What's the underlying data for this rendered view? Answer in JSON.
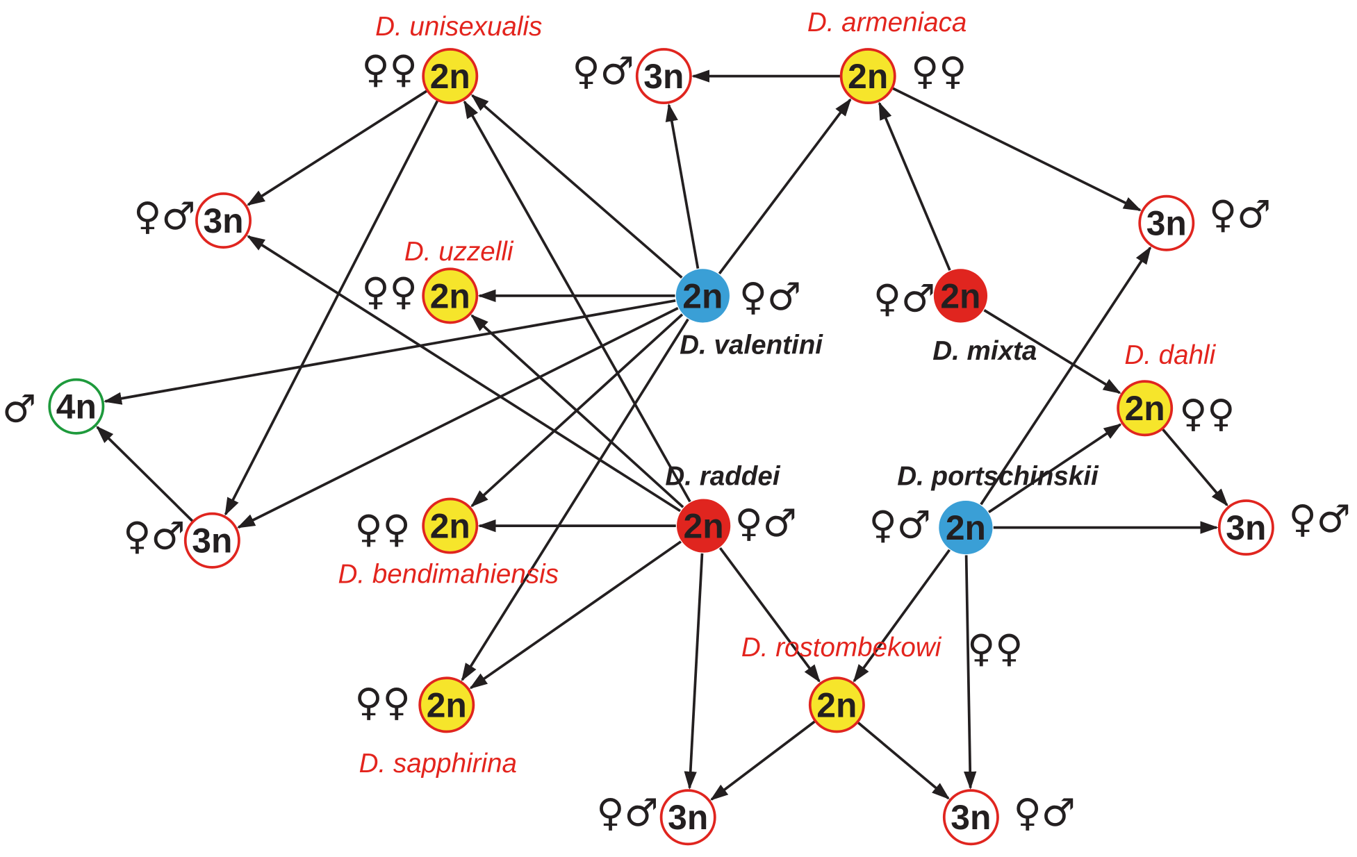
{
  "colors": {
    "bisexual_blue": "#3a9fd6",
    "bisexual_red": "#e0251f",
    "parthenogenetic_yellow": "#f6e52b",
    "outline_red": "#e0251f",
    "outline_green": "#1e9a3c",
    "species_label_red": "#e3241d",
    "edge": "#231f20"
  },
  "nodes": [
    {
      "id": "unisexualis",
      "ploidy": "2n",
      "kind": "parthenogenetic",
      "label": "D. unisexualis",
      "sex": "♀♀"
    },
    {
      "id": "t3n_top",
      "ploidy": "3n",
      "kind": "triploid",
      "label": "",
      "sex": "♀♂"
    },
    {
      "id": "armeniaca",
      "ploidy": "2n",
      "kind": "parthenogenetic",
      "label": "D. armeniaca",
      "sex": "♀♀"
    },
    {
      "id": "t3n_left_upper",
      "ploidy": "3n",
      "kind": "triploid",
      "label": "",
      "sex": "♀♂"
    },
    {
      "id": "t3n_right_upper",
      "ploidy": "3n",
      "kind": "triploid",
      "label": "",
      "sex": "♀♂"
    },
    {
      "id": "uzzelli",
      "ploidy": "2n",
      "kind": "parthenogenetic",
      "label": "D. uzzelli",
      "sex": "♀♀"
    },
    {
      "id": "valentini",
      "ploidy": "2n",
      "kind": "bisexual-blue",
      "label": "D. valentini",
      "sex": "♀♂"
    },
    {
      "id": "mixta",
      "ploidy": "2n",
      "kind": "bisexual-red",
      "label": "D. mixta",
      "sex": "♀♂"
    },
    {
      "id": "t4n",
      "ploidy": "4n",
      "kind": "tetraploid",
      "label": "",
      "sex": "♂"
    },
    {
      "id": "dahli",
      "ploidy": "2n",
      "kind": "parthenogenetic",
      "label": "D. dahli",
      "sex": "♀♀"
    },
    {
      "id": "t3n_left_lower",
      "ploidy": "3n",
      "kind": "triploid",
      "label": "",
      "sex": "♀♂"
    },
    {
      "id": "bendimahiensis",
      "ploidy": "2n",
      "kind": "parthenogenetic",
      "label": "D. bendimahiensis",
      "sex": "♀♀"
    },
    {
      "id": "raddei",
      "ploidy": "2n",
      "kind": "bisexual-red",
      "label": "D. raddei",
      "sex": "♀♂"
    },
    {
      "id": "portschinskii",
      "ploidy": "2n",
      "kind": "bisexual-blue",
      "label": "D. portschinskii",
      "sex": "♀♂"
    },
    {
      "id": "t3n_right_lower",
      "ploidy": "3n",
      "kind": "triploid",
      "label": "",
      "sex": "♀♂"
    },
    {
      "id": "sapphirina",
      "ploidy": "2n",
      "kind": "parthenogenetic",
      "label": "D. sapphirina",
      "sex": "♀♀"
    },
    {
      "id": "rostombekowi",
      "ploidy": "2n",
      "kind": "parthenogenetic",
      "label": "D. rostombekowi",
      "sex": "♀♀"
    },
    {
      "id": "t3n_bottom_left",
      "ploidy": "3n",
      "kind": "triploid",
      "label": "",
      "sex": "♀♂"
    },
    {
      "id": "t3n_bottom_right",
      "ploidy": "3n",
      "kind": "triploid",
      "label": "",
      "sex": "♀♂"
    }
  ],
  "edges": [
    [
      "valentini",
      "unisexualis"
    ],
    [
      "valentini",
      "t3n_top"
    ],
    [
      "valentini",
      "armeniaca"
    ],
    [
      "valentini",
      "uzzelli"
    ],
    [
      "valentini",
      "t4n"
    ],
    [
      "valentini",
      "bendimahiensis"
    ],
    [
      "valentini",
      "t3n_left_lower"
    ],
    [
      "valentini",
      "sapphirina"
    ],
    [
      "armeniaca",
      "t3n_top"
    ],
    [
      "armeniaca",
      "t3n_right_upper"
    ],
    [
      "mixta",
      "armeniaca"
    ],
    [
      "mixta",
      "dahli"
    ],
    [
      "unisexualis",
      "t3n_left_upper"
    ],
    [
      "unisexualis",
      "t3n_left_lower"
    ],
    [
      "raddei",
      "unisexualis"
    ],
    [
      "raddei",
      "t3n_left_upper"
    ],
    [
      "raddei",
      "uzzelli"
    ],
    [
      "raddei",
      "bendimahiensis"
    ],
    [
      "raddei",
      "sapphirina"
    ],
    [
      "raddei",
      "rostombekowi"
    ],
    [
      "raddei",
      "t3n_bottom_left"
    ],
    [
      "t3n_left_lower",
      "t4n"
    ],
    [
      "portschinskii",
      "t3n_right_upper"
    ],
    [
      "portschinskii",
      "dahli"
    ],
    [
      "portschinskii",
      "t3n_right_lower"
    ],
    [
      "portschinskii",
      "rostombekowi"
    ],
    [
      "portschinskii",
      "t3n_bottom_right"
    ],
    [
      "dahli",
      "t3n_right_lower"
    ],
    [
      "rostombekowi",
      "t3n_bottom_left"
    ],
    [
      "rostombekowi",
      "t3n_bottom_right"
    ]
  ]
}
